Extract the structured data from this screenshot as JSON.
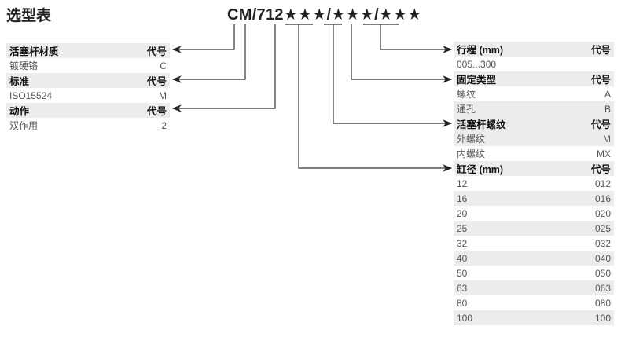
{
  "title": "选型表",
  "model_code": "CM/712★★★/★★★/★★★",
  "left_tables": [
    {
      "header": "活塞杆材质",
      "code_header": "代号",
      "rows": [
        {
          "label": "镀硬铬",
          "code": "C"
        }
      ]
    },
    {
      "header": "标准",
      "code_header": "代号",
      "rows": [
        {
          "label": "ISO15524",
          "code": "M"
        }
      ]
    },
    {
      "header": "动作",
      "code_header": "代号",
      "rows": [
        {
          "label": "双作用",
          "code": "2"
        }
      ]
    }
  ],
  "right_tables": [
    {
      "header": "行程 (mm)",
      "code_header": "代号",
      "rows": [
        {
          "label": "005...300",
          "code": ""
        }
      ]
    },
    {
      "header": "固定类型",
      "code_header": "代号",
      "rows": [
        {
          "label": "螺纹",
          "code": "A"
        },
        {
          "label": "通孔",
          "code": "B"
        }
      ]
    },
    {
      "header": "活塞杆螺纹",
      "code_header": "代号",
      "rows": [
        {
          "label": "外螺纹",
          "code": "M"
        },
        {
          "label": "内螺纹",
          "code": "MX"
        }
      ]
    },
    {
      "header": "缸径 (mm)",
      "code_header": "代号",
      "rows": [
        {
          "label": "12",
          "code": "012"
        },
        {
          "label": "16",
          "code": "016"
        },
        {
          "label": "20",
          "code": "020"
        },
        {
          "label": "25",
          "code": "025"
        },
        {
          "label": "32",
          "code": "032"
        },
        {
          "label": "40",
          "code": "040"
        },
        {
          "label": "50",
          "code": "050"
        },
        {
          "label": "63",
          "code": "063"
        },
        {
          "label": "80",
          "code": "080"
        },
        {
          "label": "100",
          "code": "100"
        }
      ]
    }
  ]
}
